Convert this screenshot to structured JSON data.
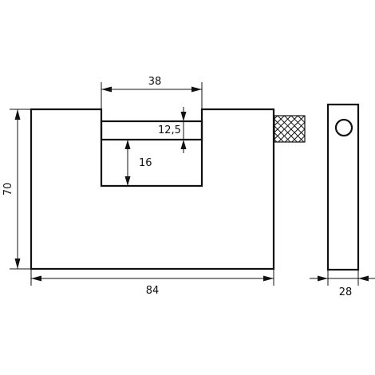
{
  "drawing": {
    "dimensions": {
      "width_total": "84",
      "height_total": "70",
      "shackle_opening_width": "38",
      "shackle_bar_thickness": "12,5",
      "shackle_gap_height": "16",
      "body_depth": "28"
    }
  }
}
